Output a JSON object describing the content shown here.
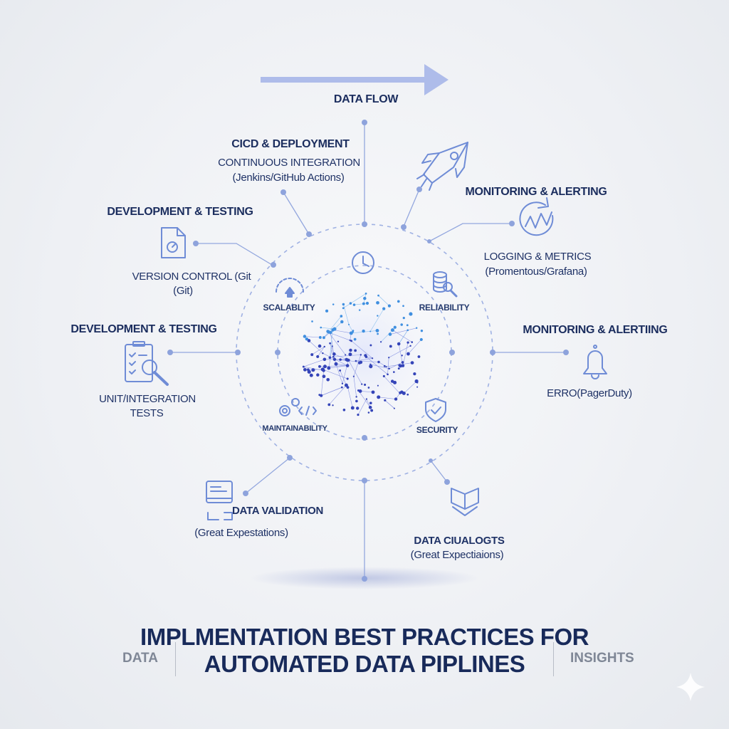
{
  "header": {
    "flow_label": "DATA FLOW"
  },
  "nodes": {
    "cicd": {
      "title": "CICD & DEPLOYMENT",
      "line1": "CONTINUOUS INTEGRATION",
      "line2": "(Jenkins/GitHub Actions)"
    },
    "version": {
      "title": "DEVELOPMENT & TESTING",
      "line1": "VERSION CONTROL (Git",
      "line2": "(Git)"
    },
    "unit": {
      "title": "DEVELOPMENT & TESTING",
      "line1": "UNIT/INTEGRATION",
      "line2": "TESTS"
    },
    "logging": {
      "title": "MONITORING & ALERTING",
      "line1": "LOGGING & METRICS",
      "line2": "(Promentous/Grafana)"
    },
    "alerts": {
      "title": "MONITORING & ALERTIING",
      "line1": "ERRO(PagerDuty)"
    },
    "validation": {
      "title": "DATA VALIDATION",
      "line1": "(Great Expestations)"
    },
    "catalogs": {
      "title": "DATA CIUALOGTS",
      "line1": "(Great Expectiaions)"
    }
  },
  "pillars": {
    "scalability": "SCALABLITY",
    "reliability": "RELIABILITY",
    "maintainability": "MAINTAINABILITY",
    "security": "SECURITY"
  },
  "footer": {
    "title_line1": "IMPLMENTATION BEST PRACTICES FOR",
    "title_line2": "AUTOMATED DATA PIPLINES",
    "left": "DATA",
    "right": "INSIGHTS"
  },
  "colors": {
    "navy": "#1b2d5e",
    "accent": "#7f97d8",
    "line": "#8ea3dc"
  }
}
